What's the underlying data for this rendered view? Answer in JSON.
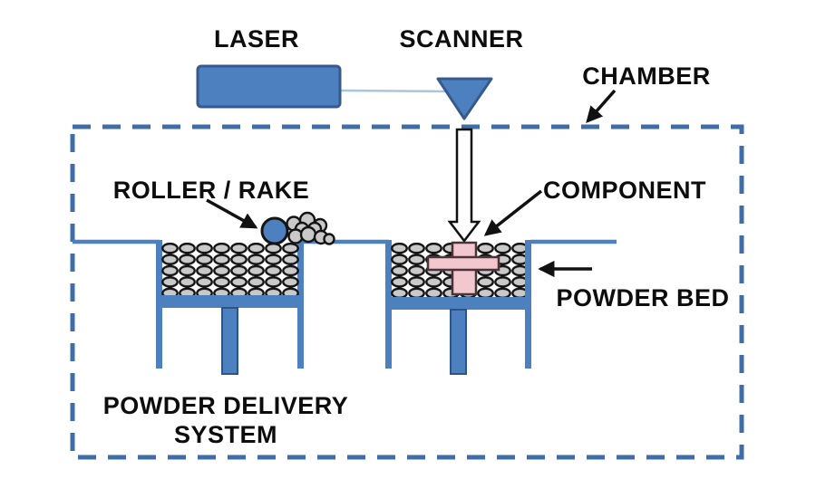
{
  "diagram": {
    "labels": {
      "laser": "LASER",
      "scanner": "SCANNER",
      "chamber": "CHAMBER",
      "roller_rake": "ROLLER / RAKE",
      "component": "COMPONENT",
      "powder_bed": "POWDER BED",
      "powder_delivery_line1": "POWDER DELIVERY",
      "powder_delivery_line2": "SYSTEM"
    },
    "colors": {
      "machine_blue": "#4d80bf",
      "machine_blue_border": "#36598e",
      "piston_border": "#2f5386",
      "beam_light_blue": "#a9c5e4",
      "chamber_dash_blue": "#3f6da8",
      "powder_gray": "#c9c9c9",
      "powder_outline": "#141414",
      "component_pink": "#f2c7ce",
      "component_border": "#4a3439",
      "arrow_black": "#111111",
      "laser_arrow_fill": "#ffffff",
      "background": "#ffffff",
      "label_text": "#0d0d0d"
    }
  }
}
